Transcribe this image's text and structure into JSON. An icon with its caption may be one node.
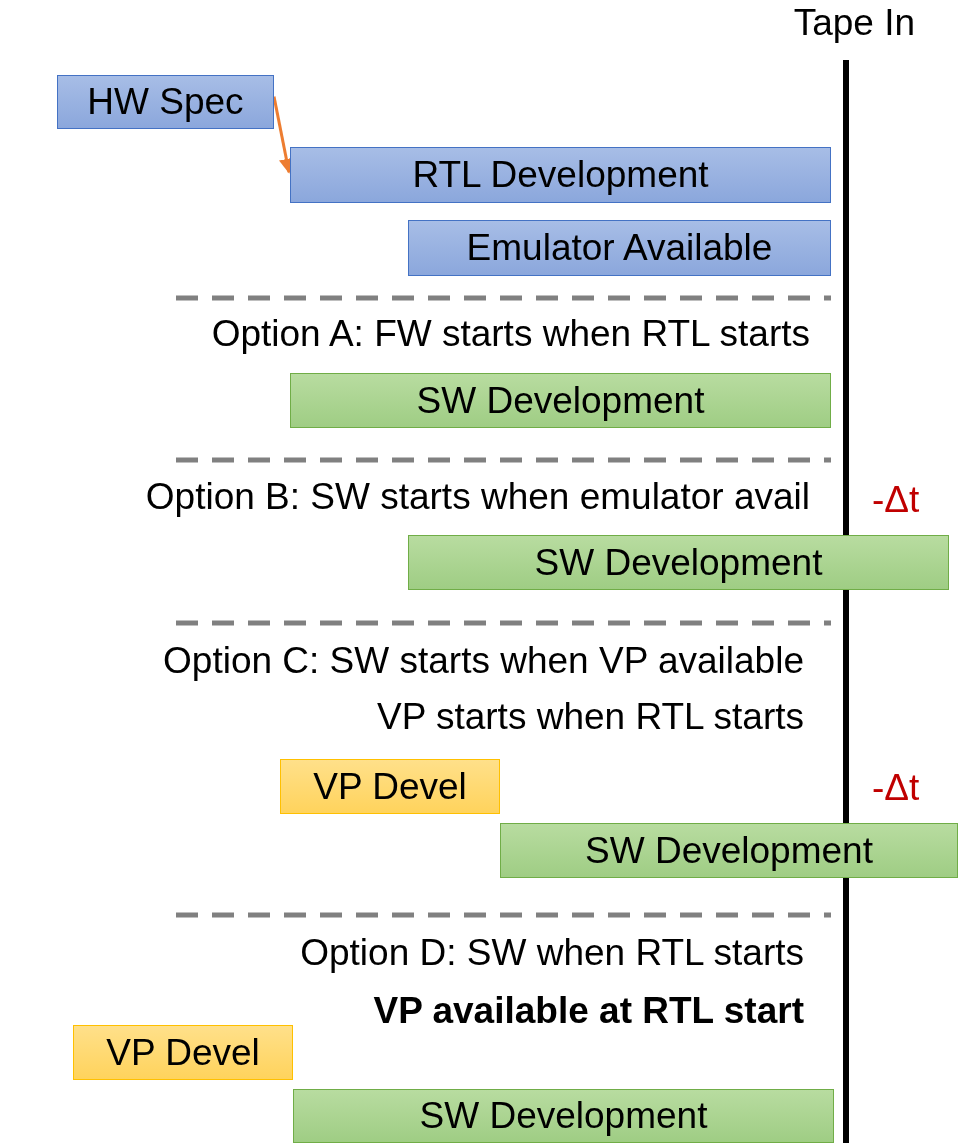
{
  "diagram": {
    "nodes": [
      {
        "text": [
          "HW Spec"
        ]
      },
      {
        "text": [
          "RTL Development"
        ]
      },
      {
        "text": [
          "Emulator Available"
        ]
      },
      {
        "text": [
          "SW Development"
        ]
      },
      {
        "text": [
          "SW Development"
        ]
      },
      {
        "text": [
          "VP Devel"
        ]
      },
      {
        "text": [
          "SW Development"
        ]
      },
      {
        "text": [
          "VP Devel"
        ]
      },
      {
        "text": [
          "SW Development"
        ]
      }
    ],
    "edges": [
      {
        "from": 0,
        "to": 1,
        "arrow": "to",
        "color": "#ed7d31"
      }
    ],
    "labels": [
      "Tape In",
      "Option A: FW starts when RTL starts",
      "Option B: SW starts when emulator avail",
      "-Δt",
      "Option C: SW starts when VP available",
      "VP starts when RTL starts",
      "-Δt",
      "Option D: SW when RTL starts",
      "VP available at RTL start"
    ]
  }
}
